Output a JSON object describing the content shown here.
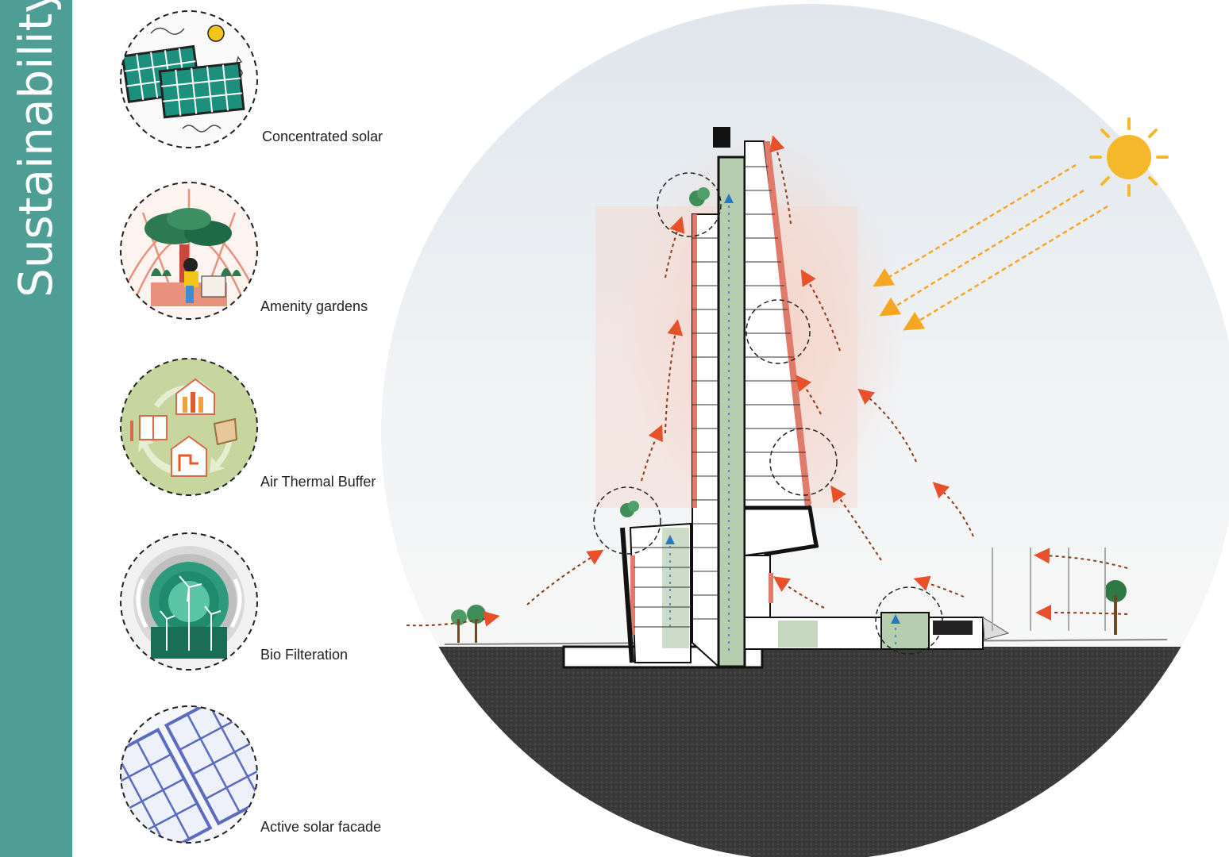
{
  "sidebar": {
    "title": "Sustainability",
    "color": "#4f9e96"
  },
  "features": [
    {
      "label": "Concentrated solar",
      "icon": "solar-panels-icon"
    },
    {
      "label": "Amenity gardens",
      "icon": "garden-tree-icon"
    },
    {
      "label": "Air Thermal Buffer",
      "icon": "thermal-cycle-icon"
    },
    {
      "label": "Bio Filteration",
      "icon": "bio-filter-turbine-icon"
    },
    {
      "label": "Active solar facade",
      "icon": "solar-facade-icon"
    }
  ],
  "colors": {
    "arrow_airflow": "#8b3a1a",
    "arrow_tip": "#e8502a",
    "sun_rays": "#f5a623",
    "ground": "#3b3b3b",
    "green_core": "#b7cdb0",
    "facade_red": "#e07a6a"
  },
  "diagram": {
    "type": "building-section"
  }
}
